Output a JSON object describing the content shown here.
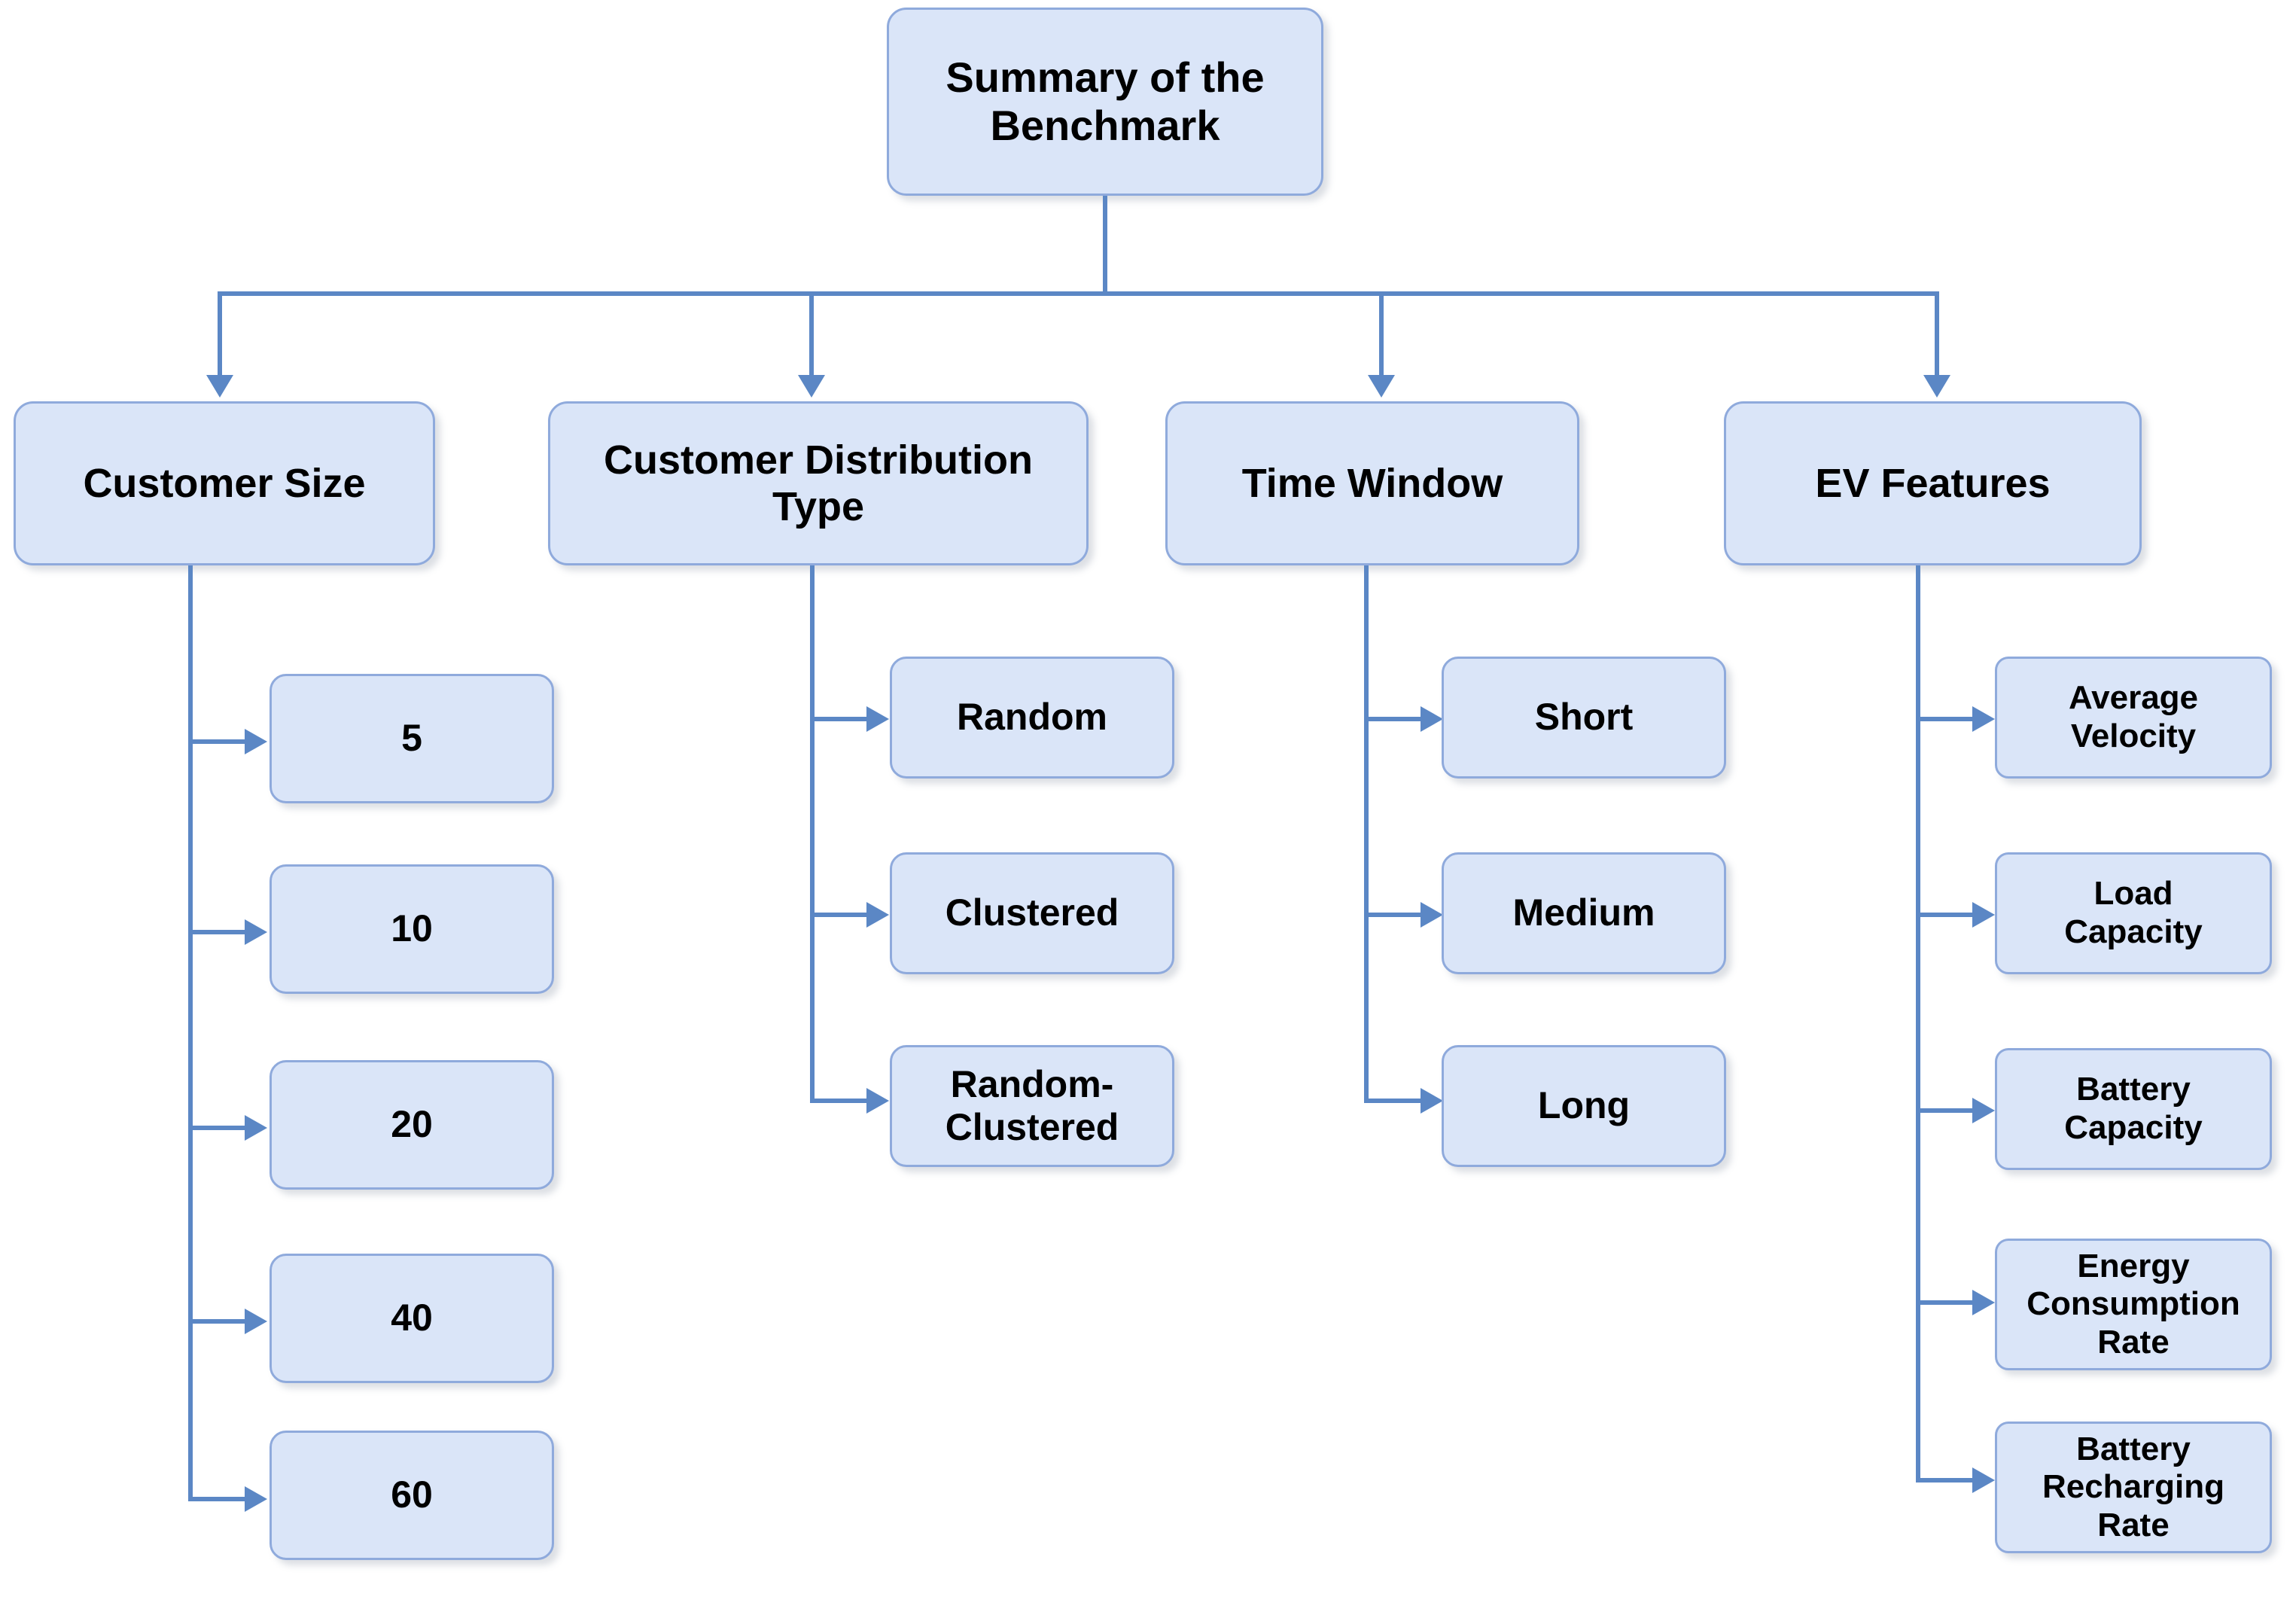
{
  "diagram": {
    "title": "Summary of the Benchmark",
    "type": "hierarchy-tree",
    "colors": {
      "node_fill": "#DAE5F8",
      "node_border": "#8FAADC",
      "connector": "#5B87C5",
      "text": "#000000",
      "background": "#FFFFFF"
    },
    "root": {
      "label": "Summary of the\nBenchmark"
    },
    "branches": [
      {
        "label": "Customer Size",
        "children": [
          {
            "label": "5"
          },
          {
            "label": "10"
          },
          {
            "label": "20"
          },
          {
            "label": "40"
          },
          {
            "label": "60"
          }
        ]
      },
      {
        "label": "Customer Distribution\nType",
        "children": [
          {
            "label": "Random"
          },
          {
            "label": "Clustered"
          },
          {
            "label": "Random-\nClustered"
          }
        ]
      },
      {
        "label": "Time Window",
        "children": [
          {
            "label": "Short"
          },
          {
            "label": "Medium"
          },
          {
            "label": "Long"
          }
        ]
      },
      {
        "label": "EV Features",
        "children": [
          {
            "label": "Average\nVelocity"
          },
          {
            "label": "Load\nCapacity"
          },
          {
            "label": "Battery\nCapacity"
          },
          {
            "label": "Energy\nConsumption\nRate"
          },
          {
            "label": "Battery\nRecharging\nRate"
          }
        ]
      }
    ]
  }
}
